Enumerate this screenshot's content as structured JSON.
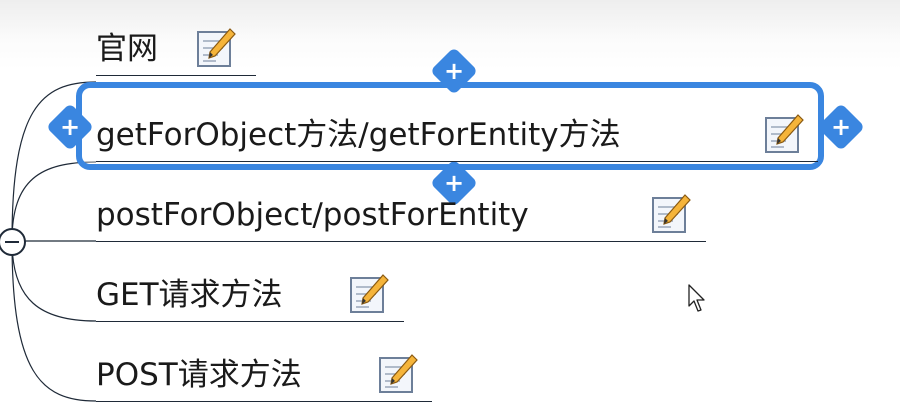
{
  "topics": [
    {
      "label": "官网",
      "note_icon": "note-pencil-icon"
    },
    {
      "label": "getForObject方法/getForEntity方法",
      "note_icon": "note-pencil-icon",
      "selected": true
    },
    {
      "label": "postForObject/postForEntity",
      "note_icon": "note-pencil-icon"
    },
    {
      "label": "GET请求方法",
      "note_icon": "note-pencil-icon"
    },
    {
      "label": "POST请求方法",
      "note_icon": "note-pencil-icon"
    }
  ],
  "selection_handles": {
    "glyph": "+",
    "color": "#3a86e0"
  },
  "collapse_toggle": {
    "icon": "collapse-minus-icon"
  },
  "connector_color": "#1f2a38"
}
